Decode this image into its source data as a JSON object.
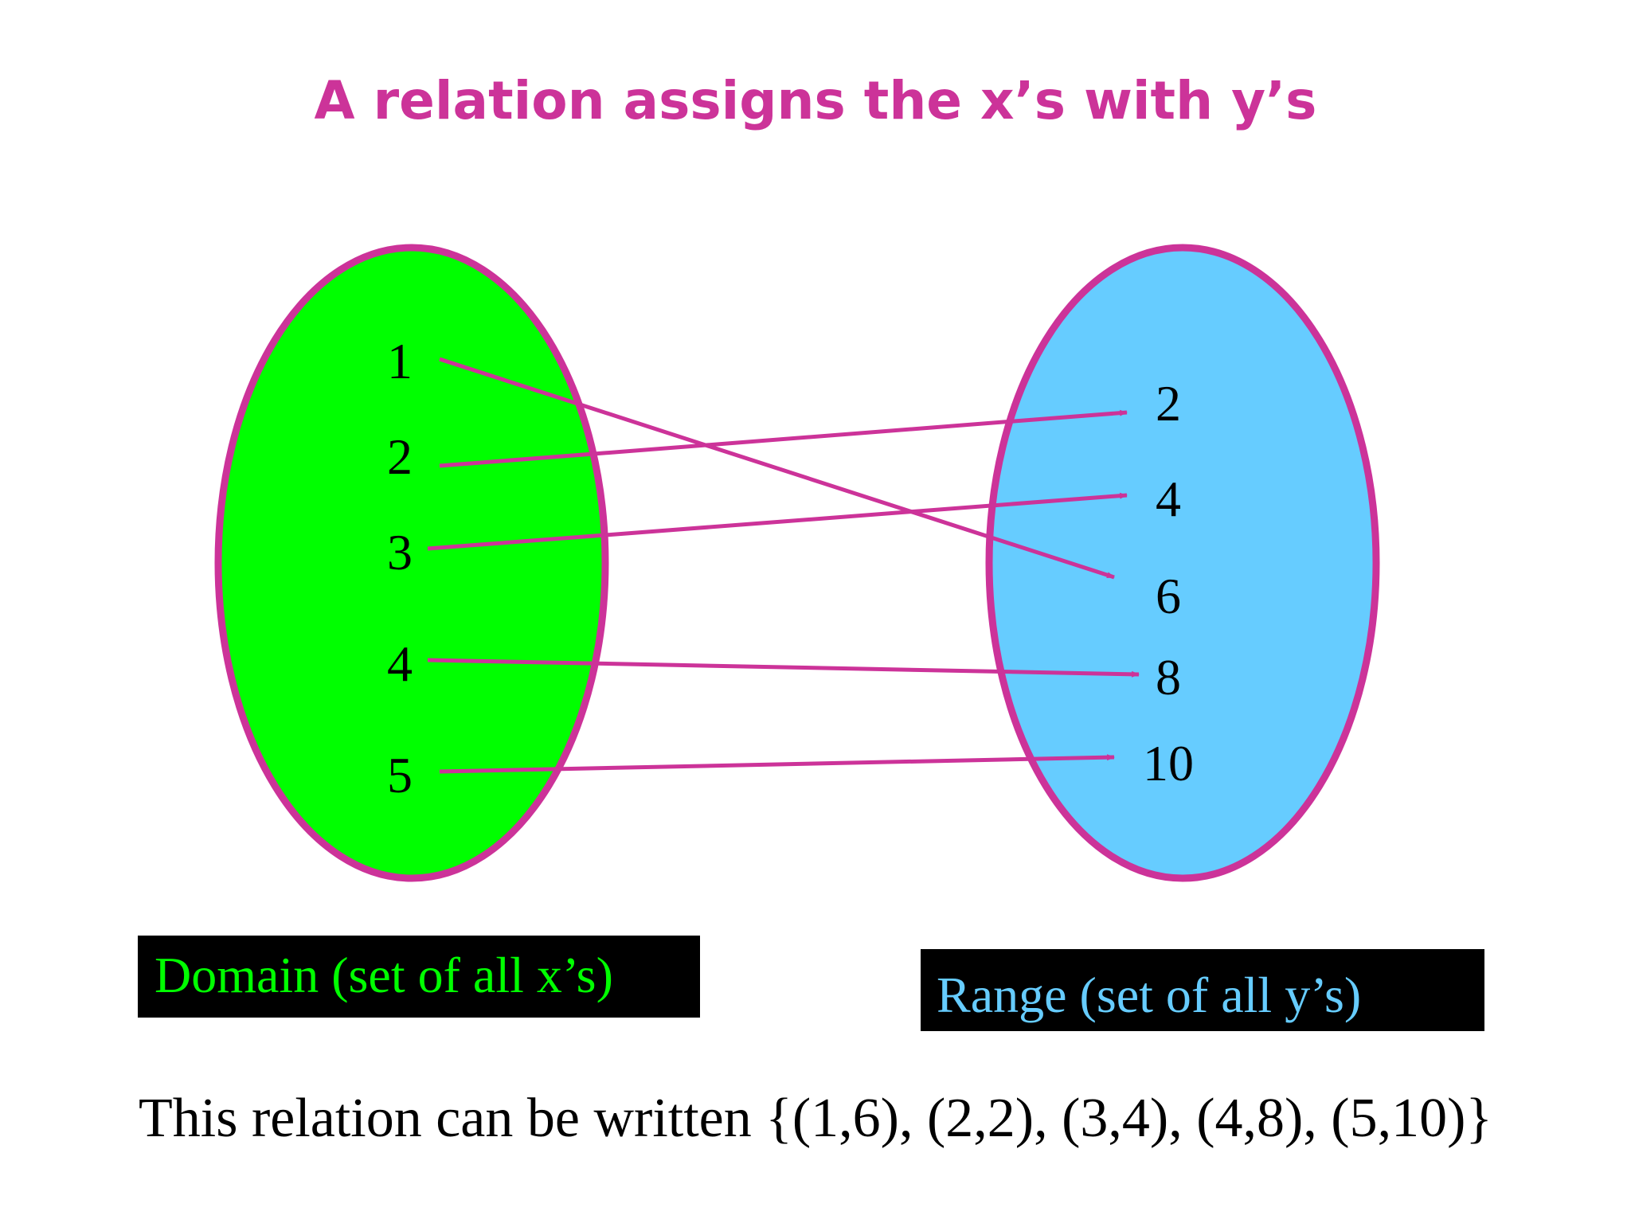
{
  "title": "A relation assigns the x’s with y’s",
  "domain": {
    "label": "Domain (set of all x’s)",
    "fill": "#00ff00",
    "values": [
      "1",
      "2",
      "3",
      "4",
      "5"
    ]
  },
  "range": {
    "label": "Range (set of all y’s)",
    "fill": "#66ccff",
    "values": [
      "2",
      "4",
      "6",
      "8",
      "10"
    ]
  },
  "mappings": [
    {
      "from": "1",
      "to": "6"
    },
    {
      "from": "2",
      "to": "2"
    },
    {
      "from": "3",
      "to": "4"
    },
    {
      "from": "4",
      "to": "8"
    },
    {
      "from": "5",
      "to": "10"
    }
  ],
  "caption": "This relation can be written {(1,6), (2,2), (3,4), (4,8), (5,10)}",
  "colors": {
    "accent": "#cc3399",
    "label_background": "#000000",
    "text": "#000000"
  }
}
